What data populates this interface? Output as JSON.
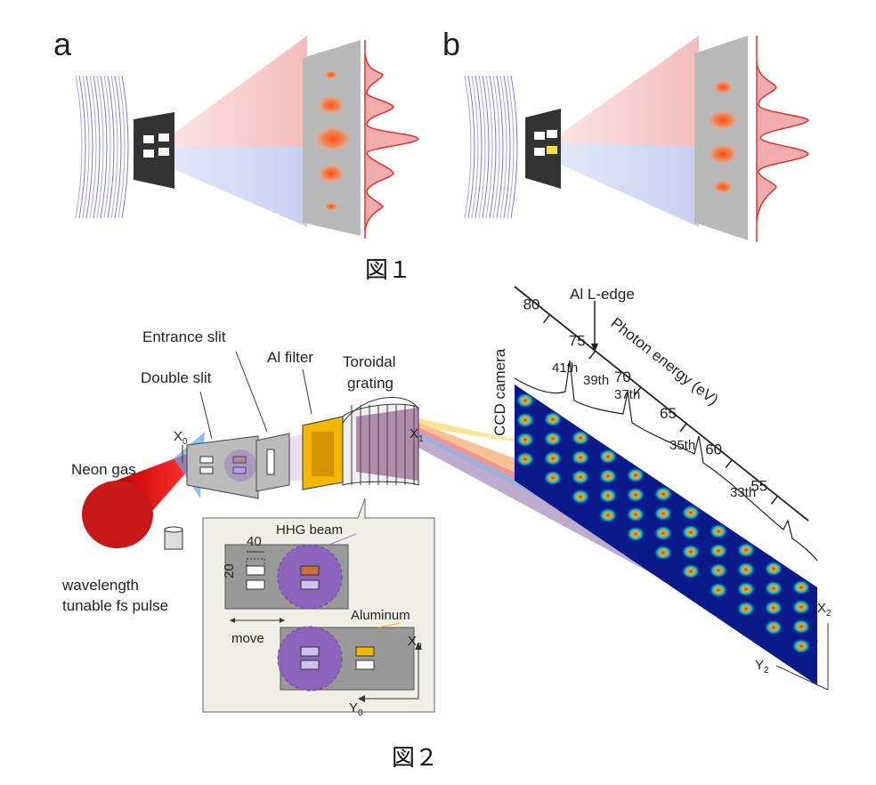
{
  "figure1": {
    "panel_a": "a",
    "panel_b": "b",
    "caption": "図１"
  },
  "figure2": {
    "caption": "図２",
    "labels": {
      "neon_gas": "Neon gas",
      "pulse_line1": "wavelength",
      "pulse_line2": "tunable fs pulse",
      "double_slit": "Double slit",
      "entrance_slit": "Entrance slit",
      "al_filter": "Al filter",
      "toroidal_line1": "Toroidal",
      "toroidal_line2": "grating",
      "x0": "X",
      "x1": "X",
      "x2": "X",
      "y2": "Y",
      "y0": "Y",
      "sub0": "0",
      "sub1": "1",
      "sub2": "2",
      "ccd_camera": "CCD camera",
      "al_ledge": "Al L-edge",
      "photon_energy": "Photon energy (eV)",
      "hhg_beam": "HHG beam",
      "aluminum": "Aluminum",
      "move": "move",
      "dim_40": "40",
      "dim_20": "20"
    },
    "energy_ticks": [
      "80",
      "75",
      "70",
      "65",
      "60",
      "55"
    ],
    "harmonics": [
      "41th",
      "39th",
      "37th",
      "35th",
      "33th"
    ]
  },
  "colors": {
    "wave_red": "#e04040",
    "wave_blue": "#5060c0",
    "spot": "#ff5a1a",
    "filter": "#f5b800",
    "ccd": "#0a1a8a",
    "inset_bg": "#efefe8",
    "hhg_purple": "#8a5fc0"
  }
}
